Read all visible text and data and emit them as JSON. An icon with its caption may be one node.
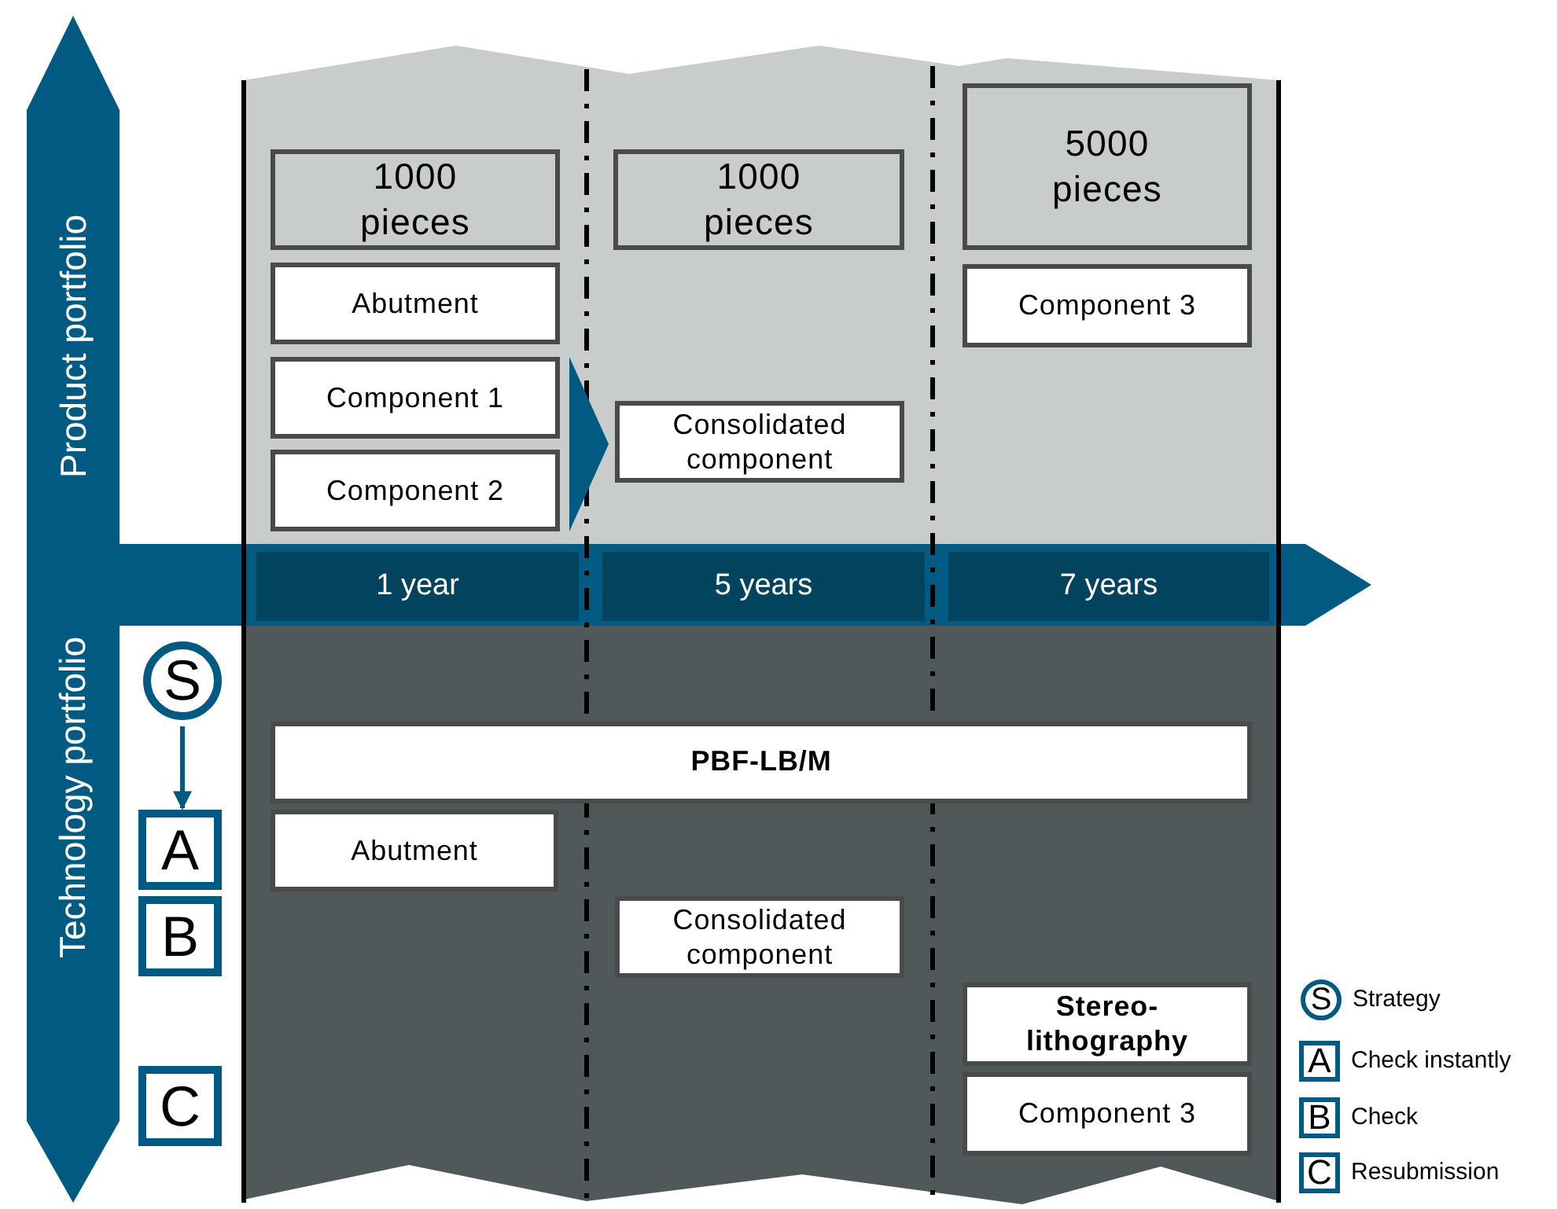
{
  "diagram": {
    "nodes": [
      {
        "text": [
          "Product portfolio"
        ]
      },
      {
        "text": [
          "1000 pieces"
        ]
      },
      {
        "text": [
          "Abutment"
        ]
      },
      {
        "text": [
          "Component 1"
        ]
      },
      {
        "text": [
          "Component 2"
        ]
      },
      {
        "text": [
          "1000 pieces"
        ]
      },
      {
        "text": [
          "Consolidated component"
        ]
      },
      {
        "text": [
          "5000 pieces"
        ]
      },
      {
        "text": [
          "Component 3"
        ]
      },
      {
        "text": [
          "1 year"
        ]
      },
      {
        "text": [
          "5 years"
        ]
      },
      {
        "text": [
          "7 years"
        ]
      },
      {
        "text": [
          "Technology portfolio"
        ]
      },
      {
        "text": [
          "S"
        ]
      },
      {
        "text": [
          "A"
        ]
      },
      {
        "text": [
          "B"
        ]
      },
      {
        "text": [
          "C"
        ]
      },
      {
        "text": [
          "PBF-LB/M"
        ]
      },
      {
        "text": [
          "Abutment"
        ]
      },
      {
        "text": [
          "Consolidated component"
        ]
      },
      {
        "text": [
          "Stereo-lithography"
        ]
      },
      {
        "text": [
          "Component 3"
        ]
      },
      {
        "text": [
          "S"
        ],
        "beside": [
          "Strategy"
        ]
      },
      {
        "text": [
          "A"
        ],
        "beside": [
          "Check instantly"
        ]
      },
      {
        "text": [
          "B"
        ],
        "beside": [
          "Check"
        ]
      },
      {
        "text": [
          "C"
        ],
        "beside": [
          "Resubmission"
        ]
      }
    ],
    "edges": [
      {
        "from": 3,
        "to": 6,
        "arrow": "to"
      },
      {
        "from": 4,
        "to": 6,
        "arrow": "to"
      },
      {
        "from": 13,
        "to": 14,
        "arrow": "to"
      }
    ]
  }
}
